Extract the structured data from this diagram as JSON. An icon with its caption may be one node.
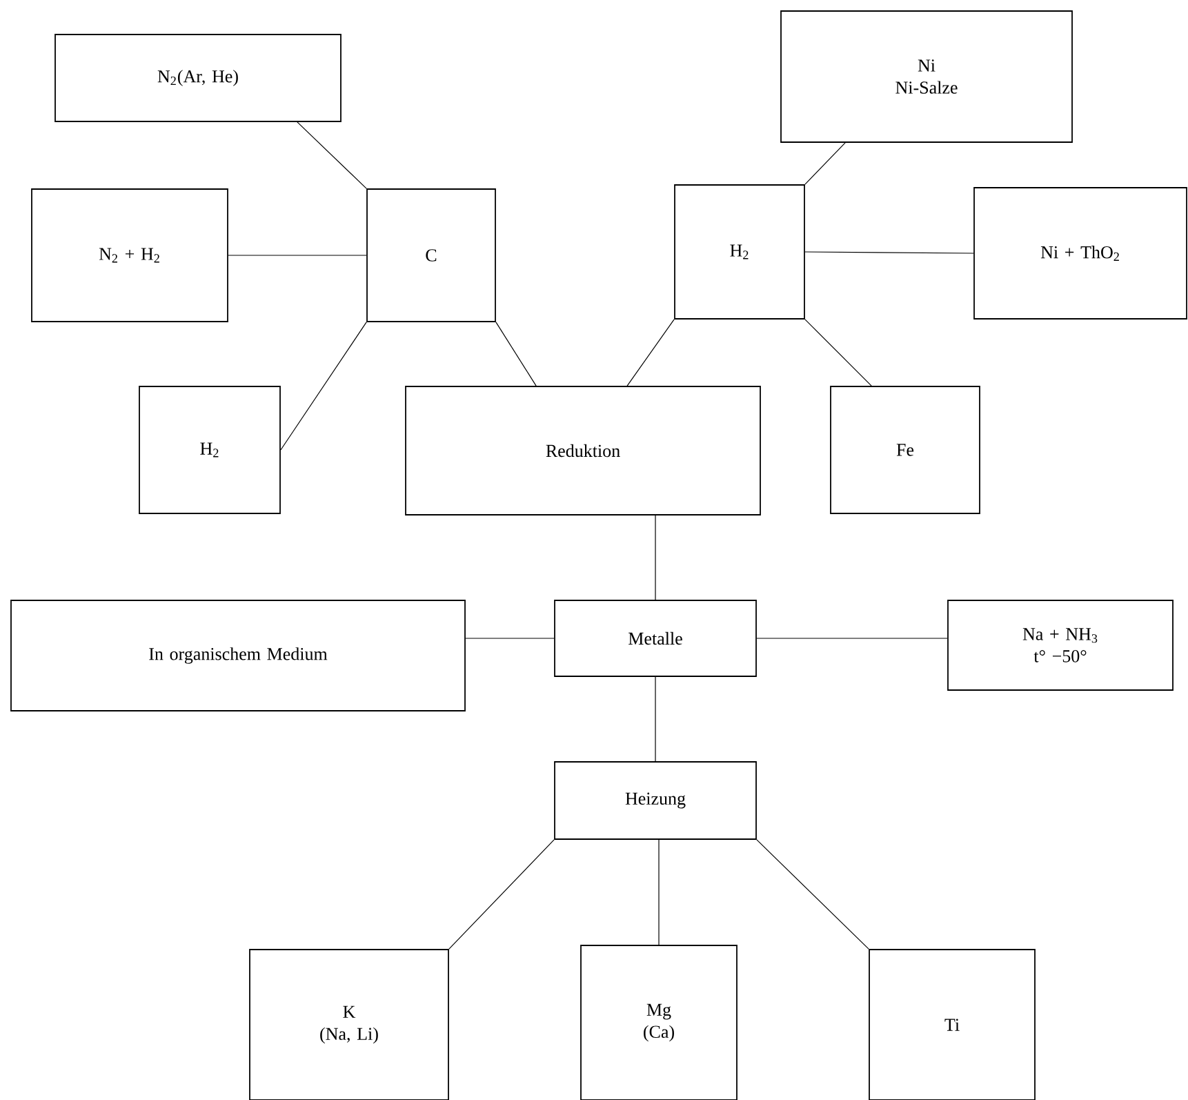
{
  "diagram": {
    "nodes": [
      {
        "text": [
          "N$_{2}$(Ar, He)"
        ]
      },
      {
        "text": [
          "Ni",
          "Ni-Salze"
        ]
      },
      {
        "text": [
          "N$_{2}$ + H$_{2}$"
        ]
      },
      {
        "text": [
          "C"
        ]
      },
      {
        "text": [
          "H$_{2}$"
        ]
      },
      {
        "text": [
          "Ni + ThO$_{2}$"
        ]
      },
      {
        "text": [
          "H$_{2}$"
        ]
      },
      {
        "text": [
          "Reduktion"
        ]
      },
      {
        "text": [
          "Fe"
        ]
      },
      {
        "text": [
          "In organischem Medium"
        ]
      },
      {
        "text": [
          "Metalle"
        ]
      },
      {
        "text": [
          "Na + NH$_{3}$",
          "t° −50°"
        ]
      },
      {
        "text": [
          "Heizung"
        ]
      },
      {
        "text": [
          "K",
          "(Na, Li)"
        ]
      },
      {
        "text": [
          "Mg",
          "(Ca)"
        ]
      },
      {
        "text": [
          "Ti"
        ]
      }
    ],
    "edges": [
      {
        "from": 0,
        "to": 3,
        "arrow": "none"
      },
      {
        "from": 1,
        "to": 4,
        "arrow": "none"
      },
      {
        "from": 2,
        "to": 3,
        "arrow": "none"
      },
      {
        "from": 4,
        "to": 5,
        "arrow": "none"
      },
      {
        "from": 3,
        "to": 6,
        "arrow": "none"
      },
      {
        "from": 3,
        "to": 7,
        "arrow": "none"
      },
      {
        "from": 4,
        "to": 7,
        "arrow": "none"
      },
      {
        "from": 4,
        "to": 8,
        "arrow": "none"
      },
      {
        "from": 7,
        "to": 10,
        "arrow": "none"
      },
      {
        "from": 9,
        "to": 10,
        "arrow": "none"
      },
      {
        "from": 10,
        "to": 11,
        "arrow": "none"
      },
      {
        "from": 10,
        "to": 12,
        "arrow": "none"
      },
      {
        "from": 12,
        "to": 13,
        "arrow": "none"
      },
      {
        "from": 12,
        "to": 14,
        "arrow": "none"
      },
      {
        "from": 12,
        "to": 15,
        "arrow": "none"
      }
    ]
  }
}
